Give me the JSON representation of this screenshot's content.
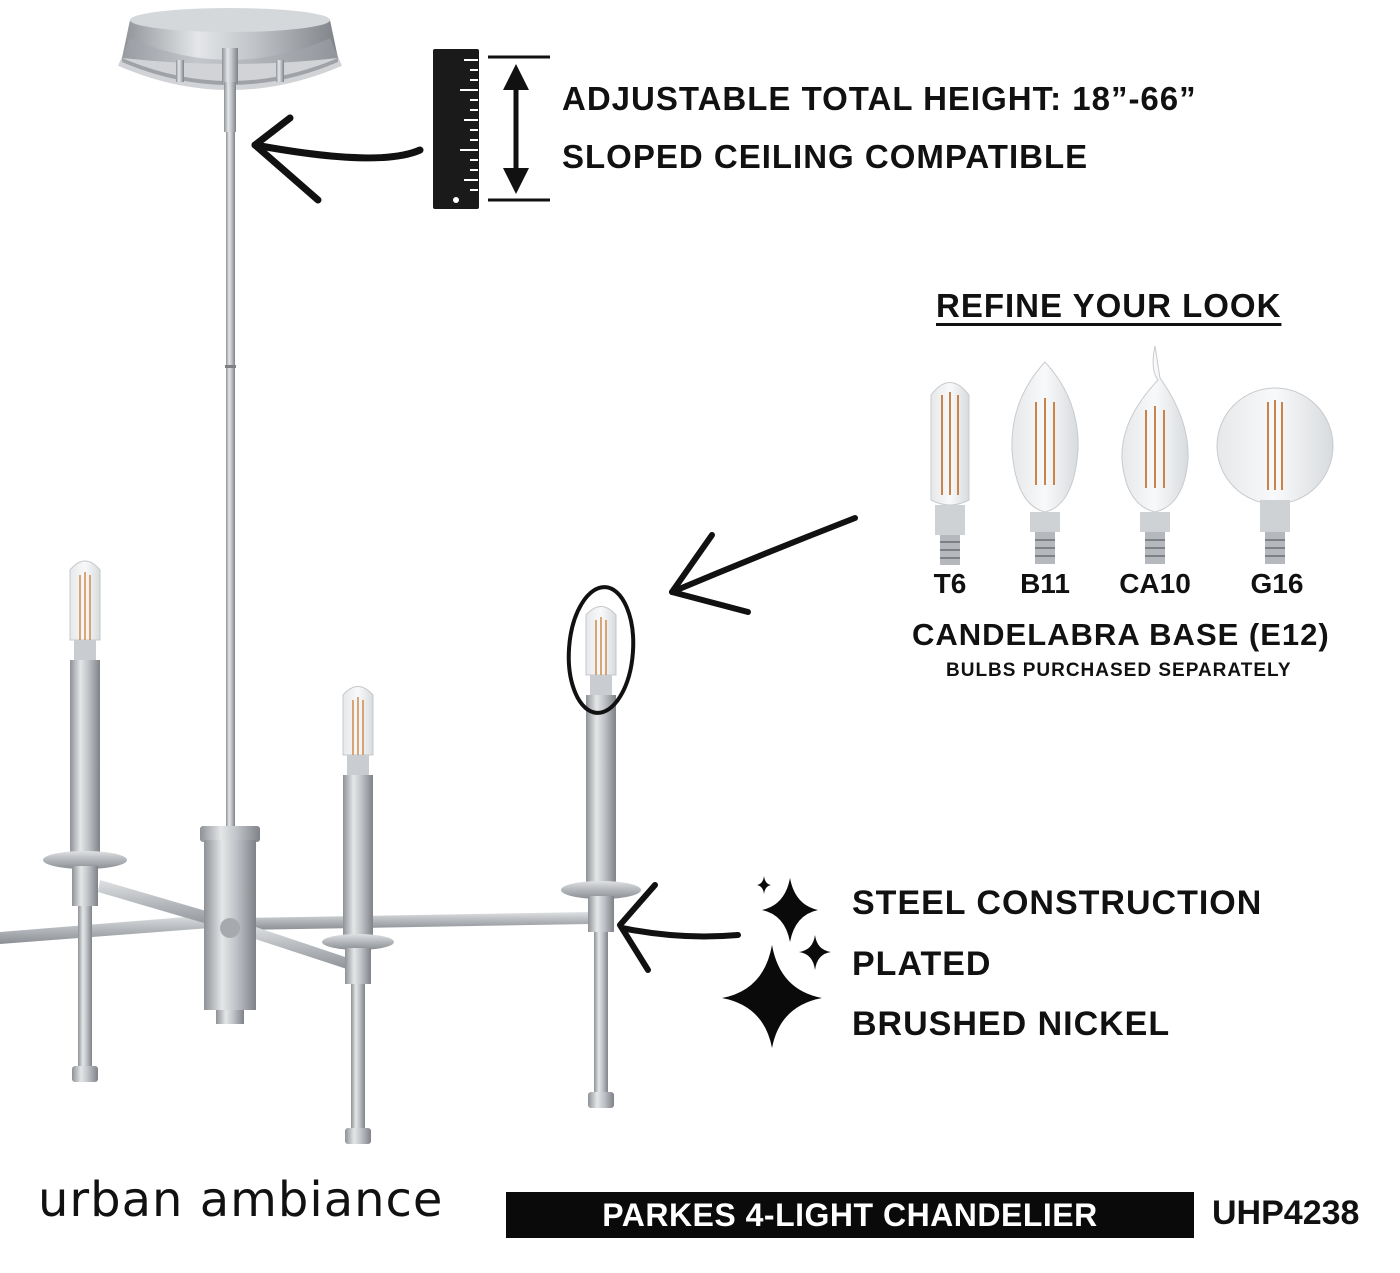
{
  "features": {
    "height_line_1": "ADJUSTABLE TOTAL HEIGHT: 18”-66”",
    "height_line_2": "SLOPED CEILING COMPATIBLE",
    "material_lines": [
      "STEEL CONSTRUCTION",
      "PLATED",
      "BRUSHED NICKEL"
    ]
  },
  "bulbs": {
    "heading": "REFINE YOUR LOOK",
    "types": [
      "T6",
      "B11",
      "CA10",
      "G16"
    ],
    "base": "CANDELABRA BASE (E12)",
    "note": "BULBS PURCHASED SEPARATELY"
  },
  "footer": {
    "brand": "urban ambiance",
    "product": "PARKES 4-LIGHT CHANDELIER",
    "sku": "UHP4238"
  },
  "colors": {
    "nickel": "#b9bcc0",
    "ink": "#0a0a0a",
    "filament": "#d08a4a"
  },
  "icons": [
    "ruler-icon",
    "double-arrow-icon",
    "hand-drawn-arrow-icon",
    "sparkle-icon"
  ]
}
